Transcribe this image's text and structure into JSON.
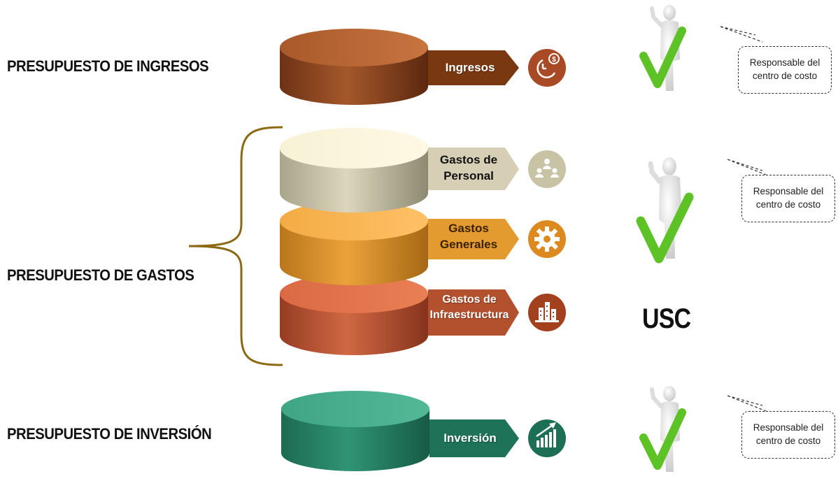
{
  "left_labels": {
    "ingresos": "PRESUPUESTO DE INGRESOS",
    "gastos": "PRESUPUESTO DE GASTOS",
    "inversion": "PRESUPUESTO DE INVERSIÓN"
  },
  "items": [
    {
      "id": "ingresos",
      "line1": "Ingresos",
      "line2": "",
      "icon": "money-clock-icon"
    },
    {
      "id": "personal",
      "line1": "Gastos de",
      "line2": "Personal",
      "icon": "people-network-icon"
    },
    {
      "id": "generales",
      "line1": "Gastos",
      "line2": "Generales",
      "icon": "gear-icon"
    },
    {
      "id": "infra",
      "line1": "Gastos de",
      "line2": "Infraestructura",
      "icon": "city-buildings-icon"
    },
    {
      "id": "inversion",
      "line1": "Inversión",
      "line2": "",
      "icon": "growth-chart-icon"
    }
  ],
  "usc_label": "USC",
  "bubbles": [
    {
      "line1": "Responsable del",
      "line2": "centro de costo"
    },
    {
      "line1": "Responsable del",
      "line2": "centro de costo"
    },
    {
      "line1": "Responsable del",
      "line2": "centro de costo"
    }
  ],
  "colors": {
    "ingresos": "#9a4e22",
    "personal": "#d8d1b8",
    "generales": "#e39a2e",
    "infra": "#c45a38",
    "inversion": "#2e8c6c",
    "bracket": "#8a6a12",
    "check": "#5cc226"
  }
}
